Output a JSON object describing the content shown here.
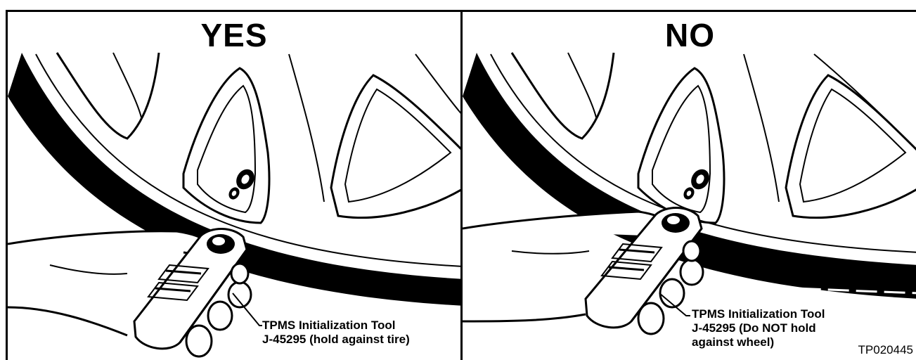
{
  "panels": {
    "yes": {
      "heading": "YES",
      "tool_line1": "TPMS Initialization Tool",
      "tool_line2": "J-45295 (hold against tire)"
    },
    "no": {
      "heading": "NO",
      "tool_line1": "TPMS Initialization Tool",
      "tool_line2": "J-45295 (Do NOT hold",
      "tool_line3": "against wheel)"
    }
  },
  "figure_id": "TP020445",
  "icons": [
    "wheel-rim",
    "tire",
    "valve-stem",
    "hand",
    "initialization-tool"
  ],
  "colors": {
    "ink": "#000000",
    "paper": "#ffffff"
  }
}
